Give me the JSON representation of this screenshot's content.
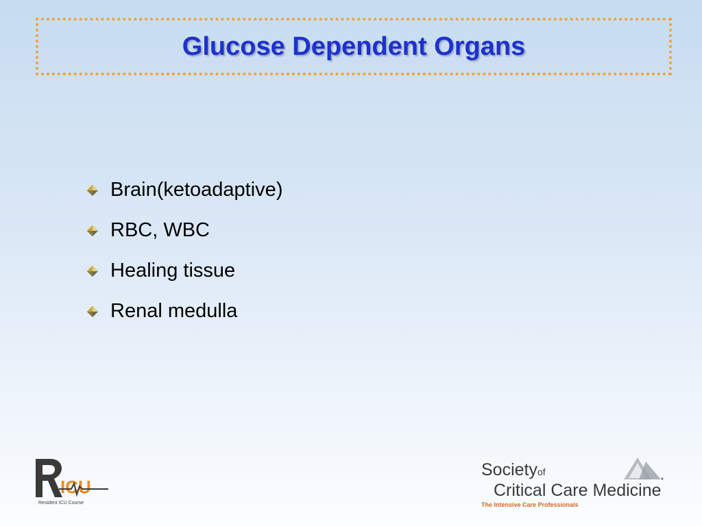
{
  "slide": {
    "title": "Glucose Dependent Organs",
    "bullets": [
      "Brain(ketoadaptive)",
      "RBC, WBC",
      "Healing tissue",
      "Renal medulla"
    ]
  },
  "logos": {
    "left": {
      "name": "RICU",
      "letters": "R ICU",
      "subtitle": "Resident ICU Course"
    },
    "right": {
      "line1": "Society",
      "line1_small": "of",
      "line2": "Critical Care Medicine",
      "tagline": "The Intensive Care Professionals"
    }
  },
  "colors": {
    "title": "#1c32cc",
    "title_border": "#f0a040",
    "ricu_orange": "#f08a1c",
    "ricu_dark": "#3a3a3a",
    "tagline": "#d2691e"
  }
}
